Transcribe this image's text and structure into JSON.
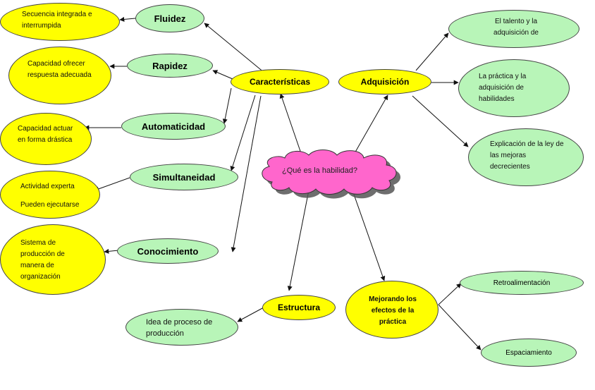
{
  "center": {
    "label": "¿Qué es la habilidad?"
  },
  "characteristics": {
    "label": "Características",
    "items": [
      {
        "label": "Fluidez",
        "detail": "Secuencia integrada e interrumpida"
      },
      {
        "label": "Rapidez",
        "detail": "Capacidad ofrecer respuesta adecuada"
      },
      {
        "label": "Automaticidad",
        "detail": "Capacidad actuar en forma drástica"
      },
      {
        "label": "Simultaneidad",
        "detail": "Actividad experta",
        "detail2": "Pueden ejecutarse"
      },
      {
        "label": "Conocimiento",
        "detail": "Sistema de producción de manera de organización"
      }
    ]
  },
  "acquisition": {
    "label": "Adquisición",
    "items": [
      "El talento y la adquisición de",
      "La práctica y la adquisición de habilidades",
      "Explicación de la ley de las mejoras decrecientes"
    ]
  },
  "structure": {
    "label": "Estructura",
    "detail": "Idea de proceso de producción"
  },
  "improving": {
    "label": "Mejorando los efectos de la práctica",
    "items": [
      "Retroalimentación",
      "Espaciamiento"
    ]
  },
  "colors": {
    "green": "#b8f5b8",
    "yellow": "#ffff00",
    "cloud": "#ff66cc"
  }
}
